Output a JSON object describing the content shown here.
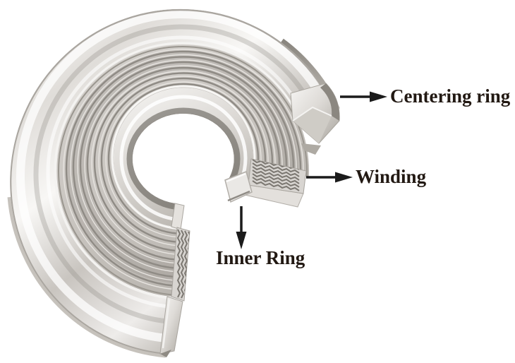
{
  "background": "#ffffff",
  "diagram": {
    "name": "spiral-wound-gasket-cutaway",
    "labels": [
      {
        "id": "centering-ring",
        "text": "Centering ring",
        "arrow_direction": "right"
      },
      {
        "id": "winding",
        "text": "Winding",
        "arrow_direction": "right"
      },
      {
        "id": "inner-ring",
        "text": "Inner Ring",
        "arrow_direction": "down"
      }
    ],
    "colors": {
      "label_text": "#221913",
      "arrow": "#1b1b1b",
      "metal_highlight": "#ffffff",
      "metal_light": "#f2f1ef",
      "metal_mid": "#c8c4bf",
      "metal_dark": "#8a867f",
      "metal_deep": "#6e6a63",
      "winding_fill": "#cbc7c2",
      "winding_groove": "#8f8b85"
    }
  }
}
